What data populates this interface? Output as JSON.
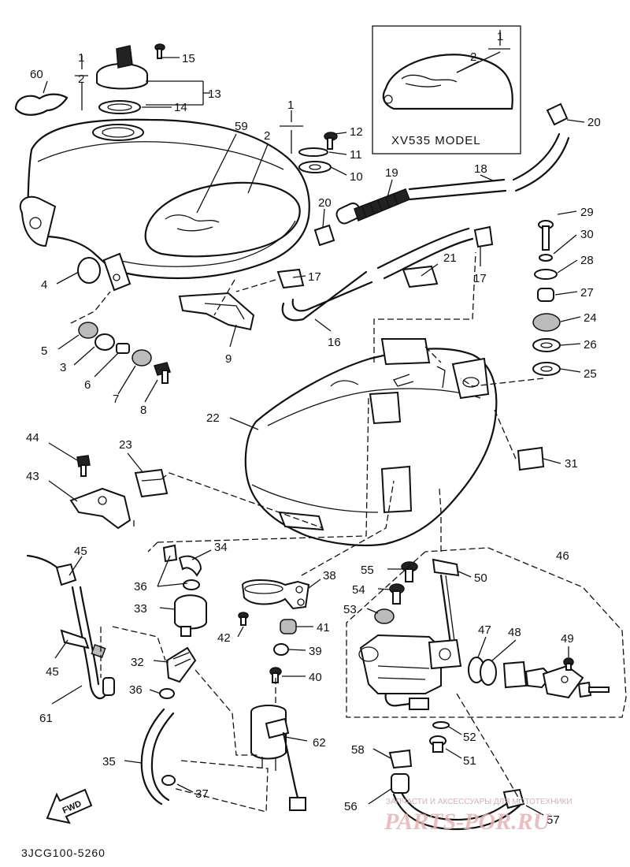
{
  "inset": {
    "model_label": "XV535 MODEL"
  },
  "drawing_code": "3JCG100-5260",
  "fwd_label": "FWD",
  "watermark": {
    "line1": "ЗАПЧАСТИ И АКСЕССУАРЫ ДЛЯ МОТОТЕХНИКИ",
    "line2": "PARTS-POR.RU"
  },
  "labels": {
    "l1a": "1",
    "l2a": "2",
    "l13": "13",
    "l14": "14",
    "l15": "15",
    "l60": "60",
    "l1b": "1",
    "l2b": "2",
    "l59": "59",
    "l12": "12",
    "l11": "11",
    "l10": "10",
    "l1c": "1",
    "l2c": "2",
    "l20a": "20",
    "l20b": "20",
    "l19": "19",
    "l18": "18",
    "l17a": "17",
    "l17b": "17",
    "l21": "21",
    "l16": "16",
    "l9": "9",
    "l4": "4",
    "l5": "5",
    "l3": "3",
    "l6": "6",
    "l7": "7",
    "l8": "8",
    "l29": "29",
    "l30": "30",
    "l28": "28",
    "l27": "27",
    "l24": "24",
    "l26": "26",
    "l25": "25",
    "l22": "22",
    "l44": "44",
    "l23": "23",
    "l43": "43",
    "l31": "31",
    "l45a": "45",
    "l45b": "45",
    "l34": "34",
    "l36a": "36",
    "l36b": "36",
    "l33": "33",
    "l32": "32",
    "l35": "35",
    "l37": "37",
    "l61": "61",
    "l38": "38",
    "l42": "42",
    "l41": "41",
    "l39": "39",
    "l40": "40",
    "l62": "62",
    "l55": "55",
    "l54": "54",
    "l53": "53",
    "l50": "50",
    "l46": "46",
    "l47": "47",
    "l48": "48",
    "l49": "49",
    "l52": "52",
    "l51": "51",
    "l58": "58",
    "l56": "56",
    "l57": "57"
  }
}
